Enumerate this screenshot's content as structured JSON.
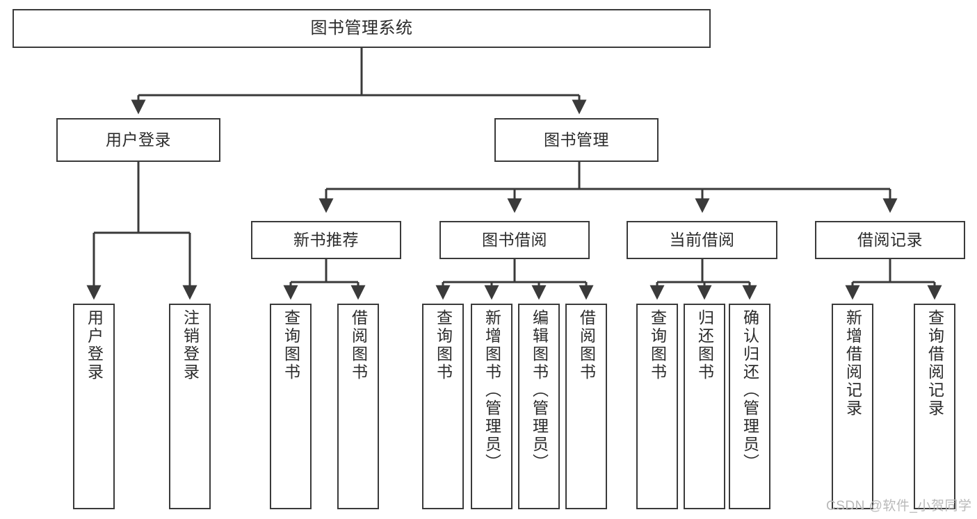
{
  "diagram": {
    "title": "图书管理系统",
    "watermark": "CSDN @软件_小贺同学",
    "colors": {
      "stroke": "#3a3a3a",
      "text": "#2b2b2b",
      "background": "#ffffff",
      "watermark": "#b9b9b9"
    },
    "root": {
      "label": "图书管理系统"
    },
    "level2": [
      {
        "label": "用户登录"
      },
      {
        "label": "图书管理"
      }
    ],
    "level3": [
      {
        "label": "新书推荐"
      },
      {
        "label": "图书借阅"
      },
      {
        "label": "当前借阅"
      },
      {
        "label": "借阅记录"
      }
    ],
    "leaves": {
      "user_login": [
        {
          "label": "用户登录"
        },
        {
          "label": "注销登录"
        }
      ],
      "new_book_recommend": [
        {
          "label": "查询图书"
        },
        {
          "label": "借阅图书"
        }
      ],
      "book_borrow": [
        {
          "label": "查询图书"
        },
        {
          "label": "新增图书（管理员）"
        },
        {
          "label": "编辑图书（管理员）"
        },
        {
          "label": "借阅图书"
        }
      ],
      "current_borrow": [
        {
          "label": "查询图书"
        },
        {
          "label": "归还图书"
        },
        {
          "label": "确认归还（管理员）"
        }
      ],
      "borrow_record": [
        {
          "label": "新增借阅记录"
        },
        {
          "label": "查询借阅记录"
        }
      ]
    }
  },
  "chart_data": {
    "type": "tree-diagram",
    "title": "图书管理系统",
    "nodes": [
      {
        "id": "root",
        "label": "图书管理系统",
        "level": 0,
        "parent": null
      },
      {
        "id": "n-user-login",
        "label": "用户登录",
        "level": 1,
        "parent": "root"
      },
      {
        "id": "n-book-mgmt",
        "label": "图书管理",
        "level": 1,
        "parent": "root"
      },
      {
        "id": "n-user-login-leaf",
        "label": "用户登录",
        "level": 2,
        "parent": "n-user-login"
      },
      {
        "id": "n-logout-leaf",
        "label": "注销登录",
        "level": 2,
        "parent": "n-user-login"
      },
      {
        "id": "n-new-book",
        "label": "新书推荐",
        "level": 2,
        "parent": "n-book-mgmt"
      },
      {
        "id": "n-book-borrow",
        "label": "图书借阅",
        "level": 2,
        "parent": "n-book-mgmt"
      },
      {
        "id": "n-current-borrow",
        "label": "当前借阅",
        "level": 2,
        "parent": "n-book-mgmt"
      },
      {
        "id": "n-borrow-record",
        "label": "借阅记录",
        "level": 2,
        "parent": "n-book-mgmt"
      },
      {
        "id": "n-nb-query",
        "label": "查询图书",
        "level": 3,
        "parent": "n-new-book"
      },
      {
        "id": "n-nb-borrow",
        "label": "借阅图书",
        "level": 3,
        "parent": "n-new-book"
      },
      {
        "id": "n-bb-query",
        "label": "查询图书",
        "level": 3,
        "parent": "n-book-borrow"
      },
      {
        "id": "n-bb-add",
        "label": "新增图书（管理员）",
        "level": 3,
        "parent": "n-book-borrow"
      },
      {
        "id": "n-bb-edit",
        "label": "编辑图书（管理员）",
        "level": 3,
        "parent": "n-book-borrow"
      },
      {
        "id": "n-bb-borrow",
        "label": "借阅图书",
        "level": 3,
        "parent": "n-book-borrow"
      },
      {
        "id": "n-cb-query",
        "label": "查询图书",
        "level": 3,
        "parent": "n-current-borrow"
      },
      {
        "id": "n-cb-return",
        "label": "归还图书",
        "level": 3,
        "parent": "n-current-borrow"
      },
      {
        "id": "n-cb-confirm",
        "label": "确认归还（管理员）",
        "level": 3,
        "parent": "n-current-borrow"
      },
      {
        "id": "n-br-add",
        "label": "新增借阅记录",
        "level": 3,
        "parent": "n-borrow-record"
      },
      {
        "id": "n-br-query",
        "label": "查询借阅记录",
        "level": 3,
        "parent": "n-borrow-record"
      }
    ]
  }
}
